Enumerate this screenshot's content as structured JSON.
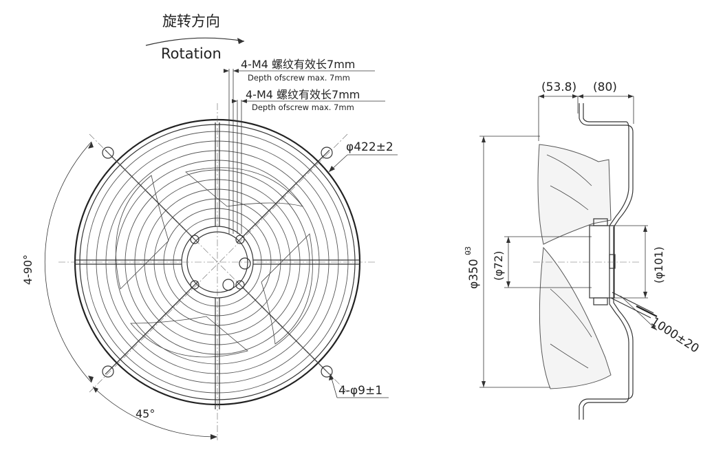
{
  "rotation": {
    "label_cn": "旋转方向",
    "label_en": "Rotation"
  },
  "screw_notes": [
    {
      "main": "4-M4 螺纹有效长7mm",
      "sub": "Depth ofscrew max. 7mm"
    },
    {
      "main": "4-M4 螺纹有效长7mm",
      "sub": "Depth ofscrew max. 7mm"
    }
  ],
  "front_view": {
    "outer_diameter": "φ422±2",
    "mount_holes": "4-φ9±1",
    "hole_angle": "4-90°",
    "offset_angle": "45°"
  },
  "side_view": {
    "depth_front": "(53.8)",
    "depth_rear": "(80)",
    "impeller_diameter": "φ350",
    "tol_upper": "0",
    "tol_lower": "-3",
    "shaft_diameter": "(φ72)",
    "motor_diameter": "(φ101)",
    "cable_length": "1000±20"
  }
}
